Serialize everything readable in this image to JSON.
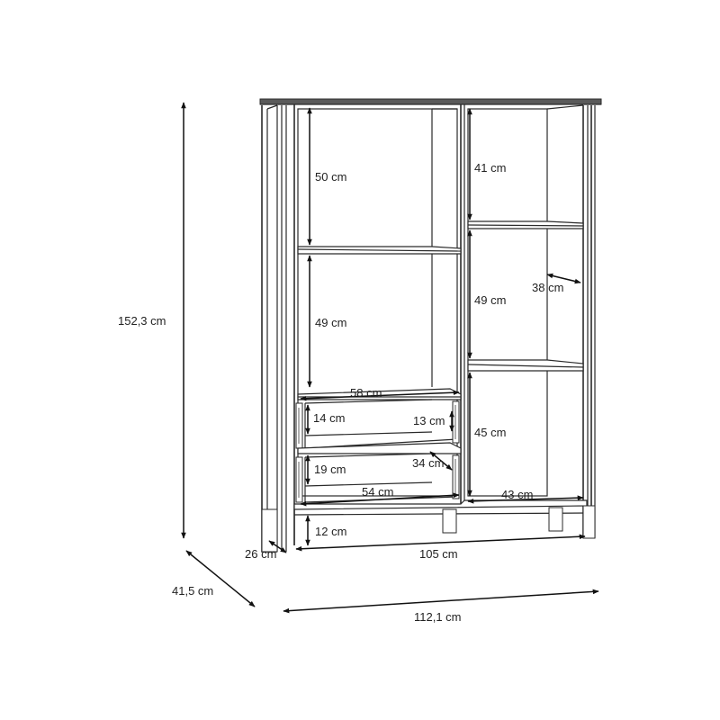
{
  "labels": {
    "total_height": "152,3 cm",
    "depth": "41,5 cm",
    "total_width": "112,1 cm",
    "inner_width": "105 cm",
    "leg_depth": "26 cm",
    "leg_height": "12 cm",
    "left_top_compartment": "50 cm",
    "left_middle_compartment": "49 cm",
    "drawer_width": "58 cm",
    "upper_drawer_height": "14 cm",
    "drawer_rear_height": "13 cm",
    "lower_drawer_height": "19 cm",
    "drawer_depth": "34 cm",
    "drawer_inner_width": "54 cm",
    "right_top_compartment": "41 cm",
    "right_middle_compartment": "49 cm",
    "right_shelf_depth": "38 cm",
    "right_bottom_compartment": "45 cm",
    "right_inner_width": "43 cm"
  },
  "colors": {
    "line": "#2a2a2a",
    "top_panel": "#5a5a5a",
    "arrow": "#111111",
    "background": "#ffffff"
  }
}
